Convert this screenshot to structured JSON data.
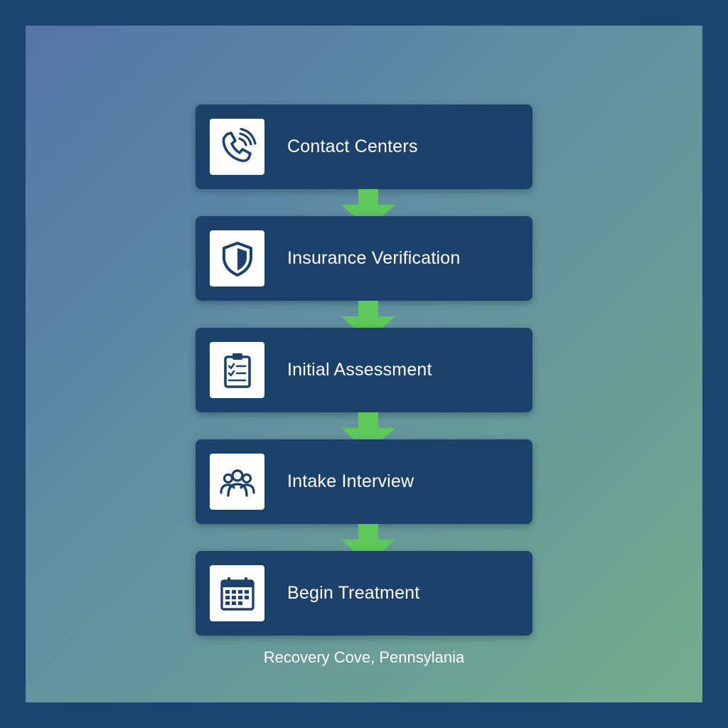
{
  "steps": [
    {
      "label": "Contact Centers",
      "icon": "phone-icon"
    },
    {
      "label": "Insurance Verification",
      "icon": "shield-icon"
    },
    {
      "label": "Initial Assessment",
      "icon": "clipboard-icon"
    },
    {
      "label": "Intake Interview",
      "icon": "people-icon"
    },
    {
      "label": "Begin Treatment",
      "icon": "calendar-icon"
    }
  ],
  "caption": "Recovery Cove, Pennsylania",
  "colors": {
    "border": "#1b446e",
    "box": "#1c426b",
    "arrow": "#5ec95a",
    "icon": "#1c426b",
    "text": "#ffffff"
  }
}
